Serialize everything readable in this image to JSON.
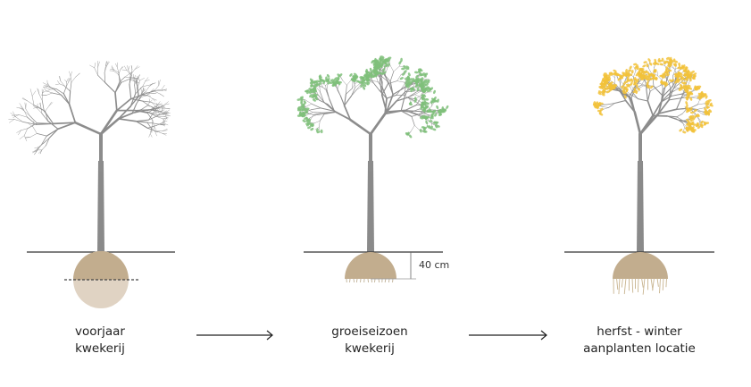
{
  "stages": [
    {
      "line1": "voorjaar",
      "line2": "kwekerij",
      "foliage": "bare",
      "leaf_color": ""
    },
    {
      "line1": "groeiseizoen",
      "line2": "kwekerij",
      "foliage": "green",
      "leaf_color": "#7fbf7a"
    },
    {
      "line1": "herfst - winter",
      "line2": "aanplanten locatie",
      "foliage": "autumn",
      "leaf_color": "#f2c23a"
    }
  ],
  "measurement": "40 cm",
  "colors": {
    "rootball": "#c2ad8e",
    "rootball_light": "#e0d3c3",
    "trunk": "#8a8a8a",
    "ground": "#333333",
    "arrow": "#222222"
  }
}
